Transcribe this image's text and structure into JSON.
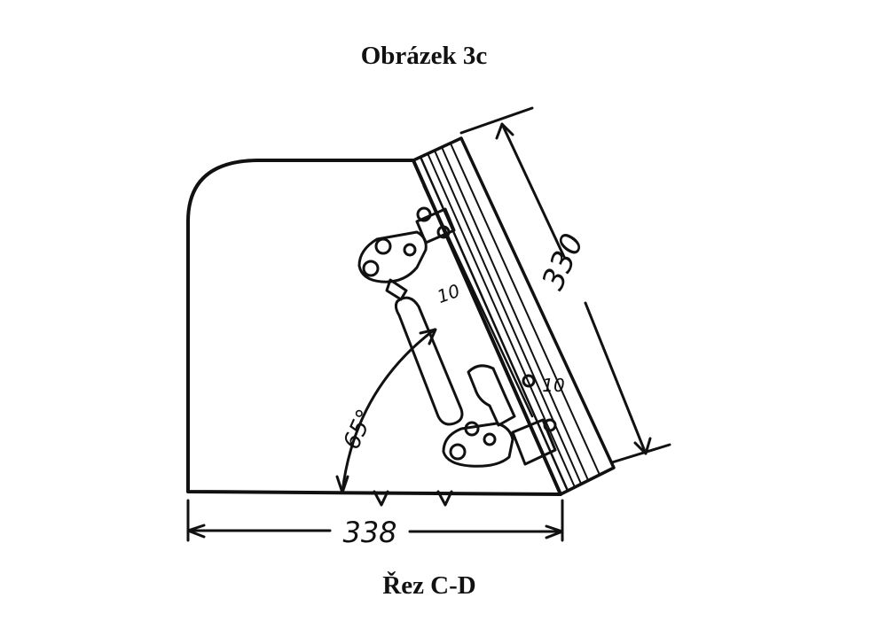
{
  "figure": {
    "title": "Obrázek 3c",
    "caption": "Řez C-D"
  },
  "dimensions": {
    "width": "338",
    "height": "330",
    "angle": "65°",
    "thickness_a": "10",
    "thickness_b": "10"
  },
  "colors": {
    "ink": "#111111",
    "background": "#ffffff"
  }
}
